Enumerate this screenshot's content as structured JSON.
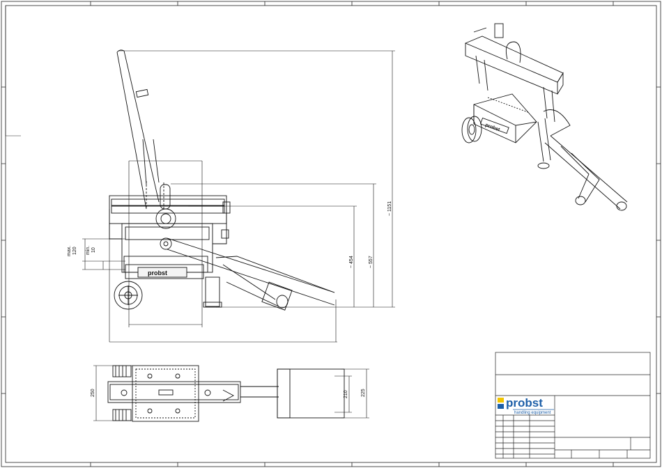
{
  "drawing": {
    "side_view": {
      "dims": {
        "height_total": "~ 1151",
        "height_557": "~ 557",
        "height_454": "~ 454",
        "max_label": "max.",
        "max_value": "120",
        "min_label": "min.",
        "min_value": "10"
      },
      "brand_label": "probst"
    },
    "top_view": {
      "dims": {
        "width_250": "250",
        "width_210": "210",
        "width_225": "225"
      }
    },
    "iso_view": {
      "brand_label": "probst"
    }
  },
  "title_block": {
    "logo_text": "probst",
    "logo_subtitle": "handling equipment",
    "colors": {
      "logo_blue": "#1d5fa8",
      "logo_yellow": "#f2c500"
    }
  }
}
